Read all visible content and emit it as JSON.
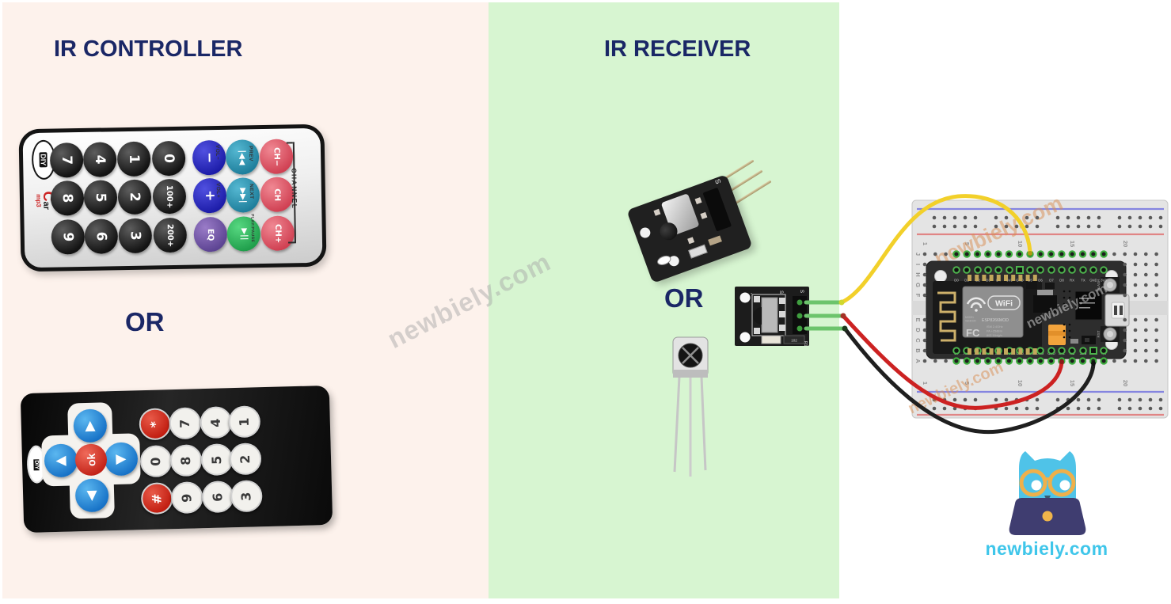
{
  "controller_section": {
    "title": "IR CONTROLLER",
    "or_label": "OR"
  },
  "receiver_section": {
    "title": "IR RECEIVER",
    "or_label": "OR"
  },
  "watermarks": {
    "text": "newbiely.com"
  },
  "remote1": {
    "logo_diy": "DIY",
    "logo_car_c": "C",
    "logo_car_ar": "ar",
    "logo_mp3": "mp3",
    "channel_label": "CHANNEL",
    "side_labels": {
      "vol_minus": "VOL−",
      "prev": "PREV",
      "vol_plus": "VOL+",
      "next": "NEXT",
      "play_pause": "PLAY/PAUSE"
    },
    "buttons": [
      {
        "label": "7",
        "type": "dark"
      },
      {
        "label": "4",
        "type": "dark"
      },
      {
        "label": "1",
        "type": "dark"
      },
      {
        "label": "0",
        "type": "dark"
      },
      {
        "label": "−",
        "type": "blue"
      },
      {
        "label": "|◀◀",
        "type": "teal",
        "small": true
      },
      {
        "label": "CH−",
        "type": "red",
        "small": true
      },
      {
        "label": "8",
        "type": "dark"
      },
      {
        "label": "5",
        "type": "dark"
      },
      {
        "label": "2",
        "type": "dark"
      },
      {
        "label": "100+",
        "type": "dark",
        "small": true
      },
      {
        "label": "+",
        "type": "blue"
      },
      {
        "label": "▶▶|",
        "type": "teal",
        "small": true
      },
      {
        "label": "CH",
        "type": "red",
        "small": true
      },
      {
        "label": "9",
        "type": "dark"
      },
      {
        "label": "6",
        "type": "dark"
      },
      {
        "label": "3",
        "type": "dark"
      },
      {
        "label": "200+",
        "type": "dark",
        "small": true
      },
      {
        "label": "EQ",
        "type": "purple",
        "small": true
      },
      {
        "label": "▶||",
        "type": "green",
        "small": true
      },
      {
        "label": "CH+",
        "type": "red",
        "small": true
      }
    ]
  },
  "remote2": {
    "logo_diy": "DIY",
    "dpad": {
      "up": "▲",
      "left": "◀",
      "ok": "ok",
      "right": "▶",
      "down": "▼"
    },
    "keys": [
      {
        "label": "*",
        "type": "red"
      },
      {
        "label": "7",
        "type": "white"
      },
      {
        "label": "4",
        "type": "white"
      },
      {
        "label": "1",
        "type": "white"
      },
      {
        "label": "0",
        "type": "white"
      },
      {
        "label": "8",
        "type": "white"
      },
      {
        "label": "5",
        "type": "white"
      },
      {
        "label": "2",
        "type": "white"
      },
      {
        "label": "#",
        "type": "red"
      },
      {
        "label": "9",
        "type": "white"
      },
      {
        "label": "6",
        "type": "white"
      },
      {
        "label": "3",
        "type": "white"
      }
    ]
  },
  "module1": {
    "signal_label": "S"
  },
  "module2": {
    "signal_label": "S",
    "header_signal_label": "S",
    "minus_label": "-",
    "resistor_value": "102",
    "r1_label": "R1"
  },
  "breadboard": {
    "row_letters_top": [
      "J",
      "I",
      "H",
      "G",
      "F"
    ],
    "row_letters_bottom": [
      "E",
      "D",
      "C",
      "B",
      "A"
    ],
    "col_numbers": [
      "1",
      "5",
      "10",
      "15",
      "20"
    ]
  },
  "mcu": {
    "pins_top": [
      "D0",
      "D1",
      "D2",
      "D3",
      "D4",
      "3V3",
      "GND",
      "D5",
      "D6",
      "D7",
      "D8",
      "RX",
      "TX",
      "GND",
      "3V3"
    ],
    "pins_bottom": [
      "A0",
      "RSV",
      "RSV",
      "SD3",
      "SD2",
      "SD1",
      "CMD",
      "SD0",
      "CLK",
      "GND",
      "3V3",
      "EN",
      "RST",
      "GND",
      "Vin"
    ],
    "wifi_label": "WiFi",
    "esp_label": "ESP8266MOD",
    "fc_label": "FC",
    "model_label": "MODEL",
    "vendor_label": "VENDOR",
    "cert_line1": "ISM 2.4GHz",
    "cert_line2": "PA +25dBm",
    "cert_line3": "802.11b/g/n",
    "flash_label": "FLASH",
    "rst_label": "RST"
  },
  "logo": {
    "site": "newbiely.com"
  },
  "colors": {
    "bg_left": "#fdf2ec",
    "bg_mid": "#d7f5d1",
    "navy": "#1a2766",
    "wire_yellow": "#f2d02a",
    "wire_red": "#cc2222",
    "wire_black": "#1f1f1f",
    "wire_stub_green": "#6cc46c",
    "logo_cyan": "#3fc6ea",
    "laptop_navy": "#3f3d70",
    "gold": "#f0b54a"
  }
}
